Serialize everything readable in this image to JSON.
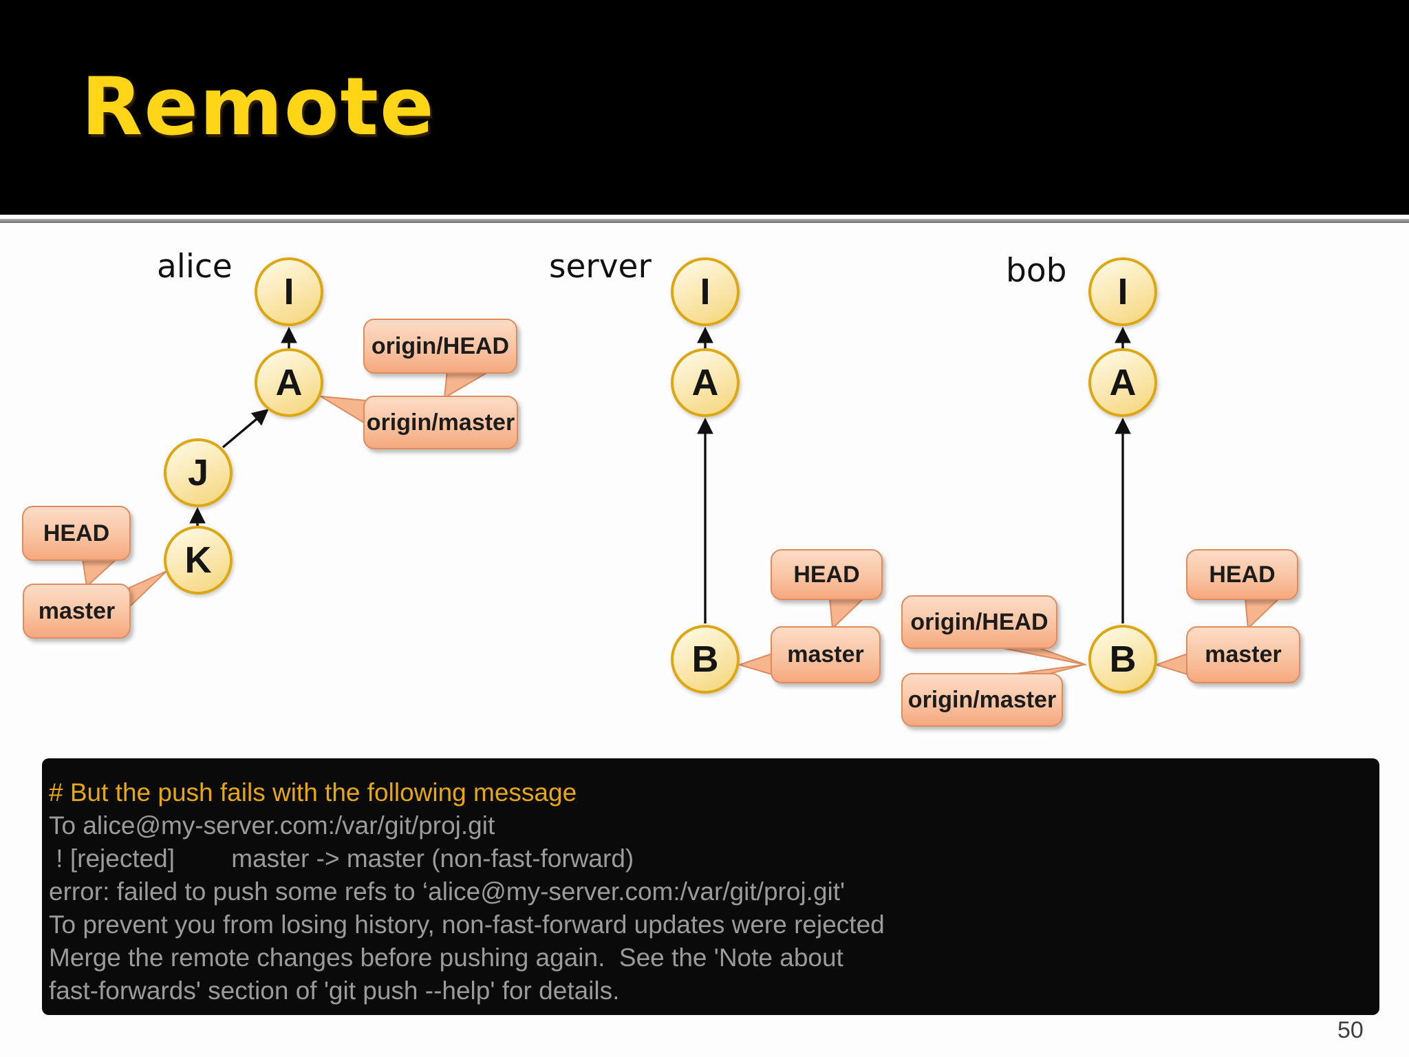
{
  "slide": {
    "title": "Remote",
    "page_number": "50"
  },
  "diagram": {
    "columns": [
      {
        "label": "alice",
        "nodes": [
          "I",
          "A",
          "J",
          "K"
        ],
        "callouts": [
          {
            "label": "origin/HEAD"
          },
          {
            "label": "origin/master"
          },
          {
            "label": "HEAD"
          },
          {
            "label": "master"
          }
        ]
      },
      {
        "label": "server",
        "nodes": [
          "I",
          "A",
          "B"
        ],
        "callouts": [
          {
            "label": "HEAD"
          },
          {
            "label": "master"
          }
        ]
      },
      {
        "label": "bob",
        "nodes": [
          "I",
          "A",
          "B"
        ],
        "callouts": [
          {
            "label": "origin/HEAD"
          },
          {
            "label": "origin/master"
          },
          {
            "label": "HEAD"
          },
          {
            "label": "master"
          }
        ]
      }
    ]
  },
  "console": {
    "lines": [
      {
        "text": "# But the push fails with the following message",
        "color": "gold"
      },
      {
        "text": "To alice@my-server.com:/var/git/proj.git",
        "color": "gray"
      },
      {
        "text": " ! [rejected]        master -> master (non-fast-forward)",
        "color": "gray"
      },
      {
        "text": "error: failed to push some refs to ‘alice@my-server.com:/var/git/proj.git'",
        "color": "gray"
      },
      {
        "text": "To prevent you from losing history, non-fast-forward updates were rejected",
        "color": "gray"
      },
      {
        "text": "Merge the remote changes before pushing again.  See the 'Note about",
        "color": "gray"
      },
      {
        "text": "fast-forwards' section of 'git push --help' for details.",
        "color": "gray"
      }
    ]
  }
}
